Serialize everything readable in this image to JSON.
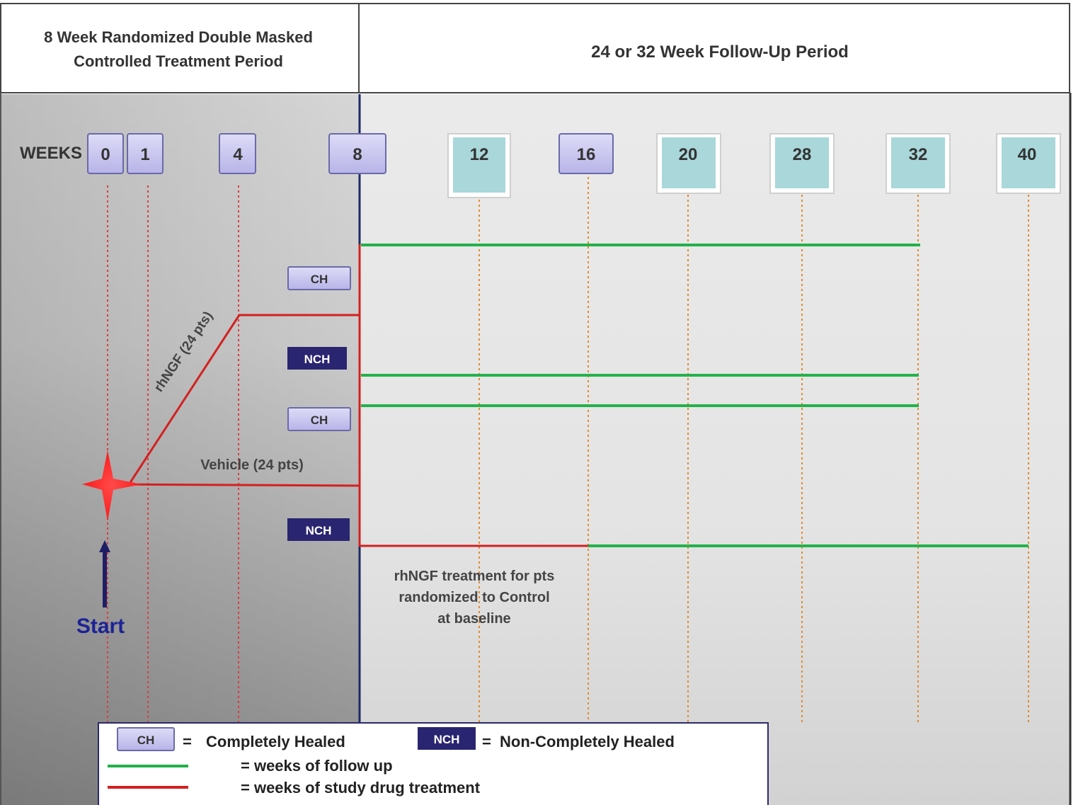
{
  "header": {
    "left_line1": "8 Week Randomized Double Masked",
    "left_line2": "Controlled Treatment Period",
    "right": "24 or 32 Week Follow-Up Period"
  },
  "weeks_label": "WEEKS",
  "weeks": [
    "0",
    "1",
    "4",
    "8",
    "12",
    "16",
    "20",
    "28",
    "32",
    "40"
  ],
  "badges": {
    "ch": "CH",
    "nch": "NCH"
  },
  "arms": {
    "treatment": "rhNGF (24 pts)",
    "vehicle": "Vehicle (24 pts)"
  },
  "start_label": "Start",
  "annotation": {
    "line1": "rhNGF treatment for pts",
    "line2": "randomized to Control",
    "line3": "at baseline"
  },
  "legend": {
    "ch_badge": "CH",
    "ch_text": "Completely Healed",
    "nch_badge": "NCH",
    "nch_text": "Non-Completely Healed",
    "eq": "=",
    "green_text": "= weeks of follow up",
    "red_text": "= weeks of study drug treatment"
  },
  "colors": {
    "treatment_line": "#d42020",
    "followup_line": "#22b24a",
    "purple_box": "#c9c7ef",
    "navy_box": "#2a2570",
    "teal_box": "#a9d7da",
    "start_star": "#ff1a1a",
    "start_text": "#1c2396"
  }
}
